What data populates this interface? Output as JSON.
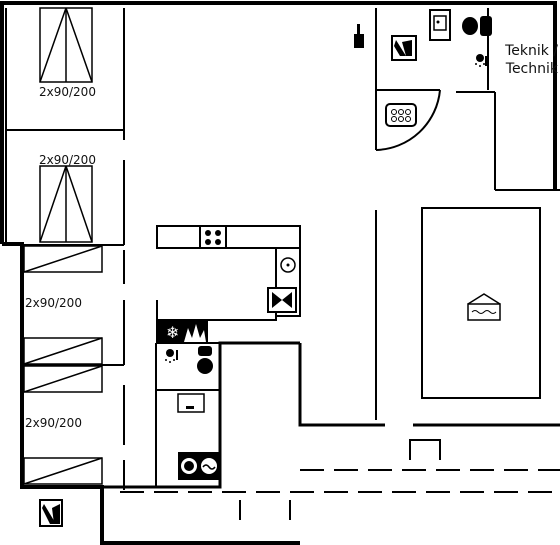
{
  "bed_labels": [
    "2x90/200",
    "2x90/200",
    "2x90/200",
    "2x90/200"
  ],
  "technic_room": {
    "line1": "Teknik /",
    "line2": "Technik"
  },
  "icons": [
    "bed-icon",
    "bathtub-icon",
    "shower-icon",
    "toilet-icon",
    "sink-icon",
    "sauna-icon",
    "hob-icon",
    "oven-icon",
    "fridge-freezer-icon",
    "fireplace-icon",
    "washer-dryer-icon",
    "swimming-pool-icon",
    "wine-icon",
    "hand-pump-icon"
  ],
  "colors": {
    "wall": "#000000",
    "background": "#ffffff"
  }
}
